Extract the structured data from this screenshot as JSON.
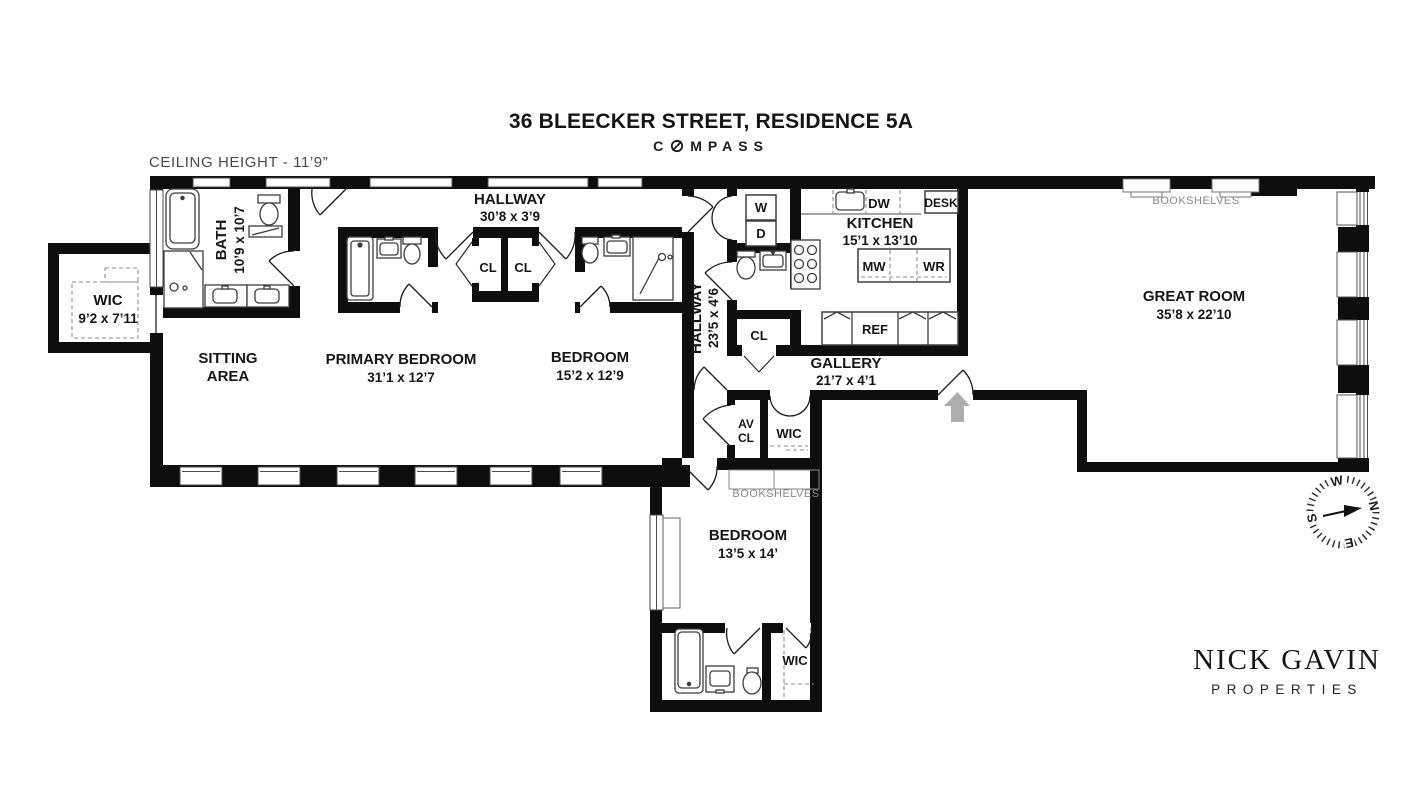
{
  "header": {
    "title": "36 BLEECKER STREET, RESIDENCE 5A",
    "logo": {
      "pre": "C",
      "post": "MPASS"
    },
    "ceiling_note": "CEILING HEIGHT - 11’9”"
  },
  "rooms": {
    "bath": {
      "name": "BATH",
      "dims": "10’9 x 10’7"
    },
    "wic_left": {
      "name": "WIC",
      "dims": "9’2 x 7’11"
    },
    "sitting": {
      "line1": "SITTING",
      "line2": "AREA"
    },
    "hallway_top": {
      "name": "HALLWAY",
      "dims": "30’8 x 3’9"
    },
    "primary_bedroom": {
      "name": "PRIMARY BEDROOM",
      "dims": "31’1 x 12’7"
    },
    "bedroom_mid": {
      "name": "BEDROOM",
      "dims": "15’2 x 12’9"
    },
    "hallway_mid": {
      "name": "HALLWAY",
      "dims": "23’5 x 4’6"
    },
    "kitchen": {
      "name": "KITCHEN",
      "dims": "15’1 x 13’10"
    },
    "gallery": {
      "name": "GALLERY",
      "dims": "21’7 x 4’1"
    },
    "great_room": {
      "name": "GREAT ROOM",
      "dims": "35’8 x 22’10"
    },
    "bedroom_lower": {
      "name": "BEDROOM",
      "dims": "13’5 x 14’"
    }
  },
  "labels": {
    "cl": "CL",
    "av": "AV",
    "wic": "WIC",
    "w": "W",
    "d": "D",
    "dw": "DW",
    "desk": "DESK",
    "mw": "MW",
    "wr": "WR",
    "ref": "REF",
    "bookshelves": "BOOKSHELVES"
  },
  "compass": {
    "n": "N",
    "e": "E",
    "s": "S",
    "w": "W"
  },
  "footer": {
    "brand": "NICK GAVIN",
    "brand_sub": "PROPERTIES"
  },
  "colors": {
    "wall": "#0e0e0e",
    "gray_text": "#8a8a8a",
    "arrow": "#adadad"
  }
}
